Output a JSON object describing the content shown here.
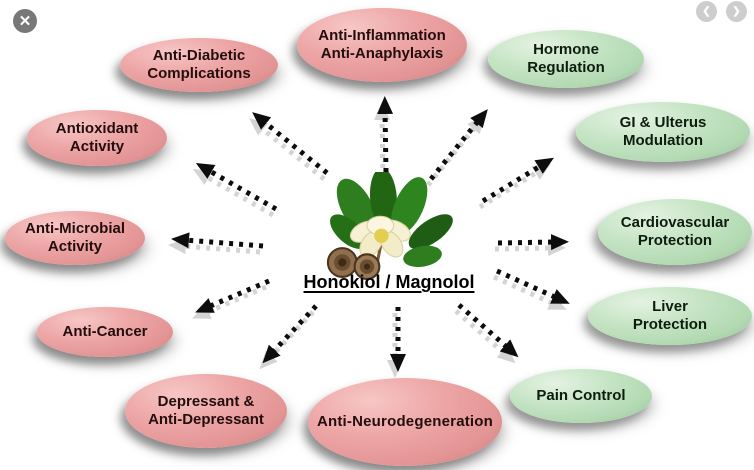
{
  "viewer": {
    "close_button": {
      "glyph": "✕"
    },
    "prev_button": {
      "glyph": "❮"
    },
    "next_button": {
      "glyph": "❯"
    }
  },
  "diagram": {
    "title": "Honokiol / Magnolol",
    "center_image": "magnolia-flower-leaves-and-bark-illustration",
    "colors": {
      "pink_node": "#e69a9b",
      "green_node": "#b4dab4",
      "pink_text": "#240d0d",
      "green_text": "#0e1c0e",
      "arrow": "#0d0d0d",
      "title_text": "#000000"
    },
    "nodes": [
      {
        "id": "anti-inflammation-anaphylaxis",
        "label": "Anti-Inflammation\nAnti-Anaphylaxis",
        "color": "pink"
      },
      {
        "id": "anti-diabetic-complications",
        "label": "Anti-Diabetic\nComplications",
        "color": "pink"
      },
      {
        "id": "antioxidant-activity",
        "label": "Antioxidant\nActivity",
        "color": "pink"
      },
      {
        "id": "anti-microbial-activity",
        "label": "Anti-Microbial\nActivity",
        "color": "pink"
      },
      {
        "id": "anti-cancer",
        "label": "Anti-Cancer",
        "color": "pink"
      },
      {
        "id": "depressant-anti-depressant",
        "label": "Depressant &\nAnti-Depressant",
        "color": "pink"
      },
      {
        "id": "anti-neurodegeneration",
        "label": "Anti-Neurodegeneration",
        "color": "pink"
      },
      {
        "id": "hormone-regulation",
        "label": "Hormone\nRegulation",
        "color": "green"
      },
      {
        "id": "gi-ulterus-modulation",
        "label": "GI & Ulterus\nModulation",
        "color": "green"
      },
      {
        "id": "cardiovascular-protection",
        "label": "Cardiovascular\nProtection",
        "color": "green"
      },
      {
        "id": "liver-protection",
        "label": "Liver\nProtection",
        "color": "green"
      },
      {
        "id": "pain-control",
        "label": "Pain Control",
        "color": "green"
      }
    ],
    "arrows": [
      {
        "from": "center",
        "to": "anti-inflammation-anaphylaxis"
      },
      {
        "from": "center",
        "to": "anti-diabetic-complications"
      },
      {
        "from": "center",
        "to": "antioxidant-activity"
      },
      {
        "from": "center",
        "to": "anti-microbial-activity"
      },
      {
        "from": "center",
        "to": "anti-cancer"
      },
      {
        "from": "center",
        "to": "depressant-anti-depressant"
      },
      {
        "from": "center",
        "to": "anti-neurodegeneration"
      },
      {
        "from": "center",
        "to": "pain-control"
      },
      {
        "from": "center",
        "to": "liver-protection"
      },
      {
        "from": "center",
        "to": "cardiovascular-protection"
      },
      {
        "from": "center",
        "to": "gi-ulterus-modulation"
      },
      {
        "from": "center",
        "to": "hormone-regulation"
      }
    ]
  }
}
